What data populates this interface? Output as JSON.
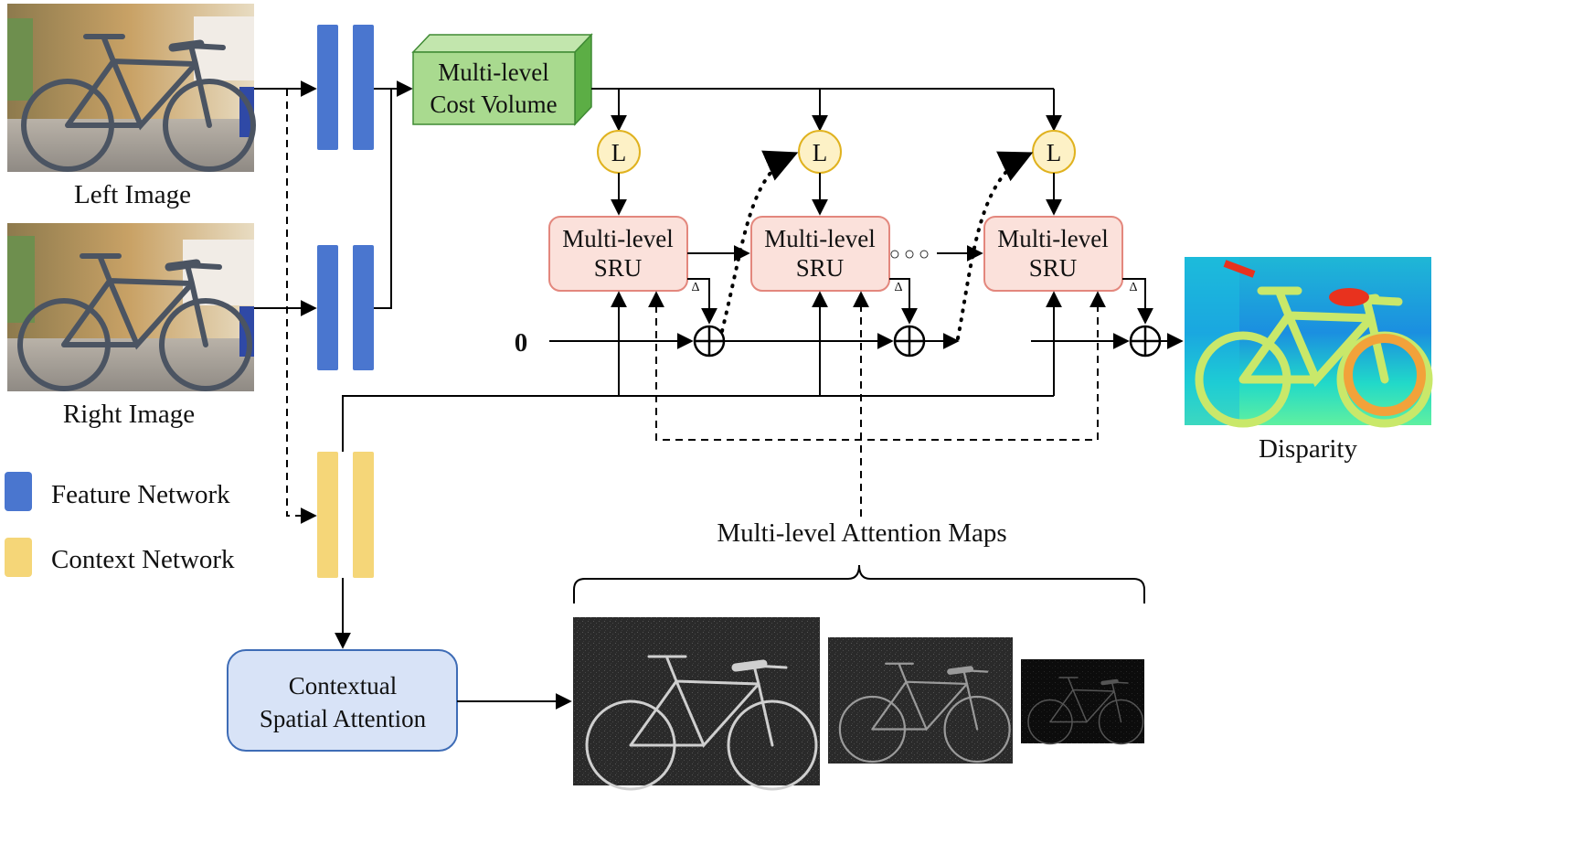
{
  "colors": {
    "feature": "#4a76cf",
    "context": "#f5d678",
    "cost_volume": "#a9da8f",
    "sru_fill": "#fbe1db",
    "sru_stroke": "#e3877d",
    "lookup_fill": "#fdf1c6",
    "lookup_stroke": "#e0b21f",
    "attention_fill": "#d8e3f7",
    "attention_stroke": "#3e6cb6"
  },
  "images": {
    "left": {
      "label": "Left Image",
      "icon": "bicycle-photo"
    },
    "right": {
      "label": "Right Image",
      "icon": "bicycle-photo"
    },
    "disparity": {
      "label": "Disparity",
      "icon": "bicycle-disparity-map"
    }
  },
  "legend": {
    "feature": "Feature Network",
    "context": "Context Network"
  },
  "cost_volume": {
    "line1": "Multi-level",
    "line2": "Cost Volume"
  },
  "lookup": {
    "symbol": "L"
  },
  "sru": {
    "line1": "Multi-level",
    "line2": "SRU"
  },
  "delta": "Δ",
  "plus": "⊕",
  "zero": "0",
  "ellipsis": "○○○",
  "attention_module": {
    "line1": "Contextual",
    "line2": "Spatial Attention"
  },
  "attention_maps": {
    "label": "Multi-level Attention Maps"
  }
}
